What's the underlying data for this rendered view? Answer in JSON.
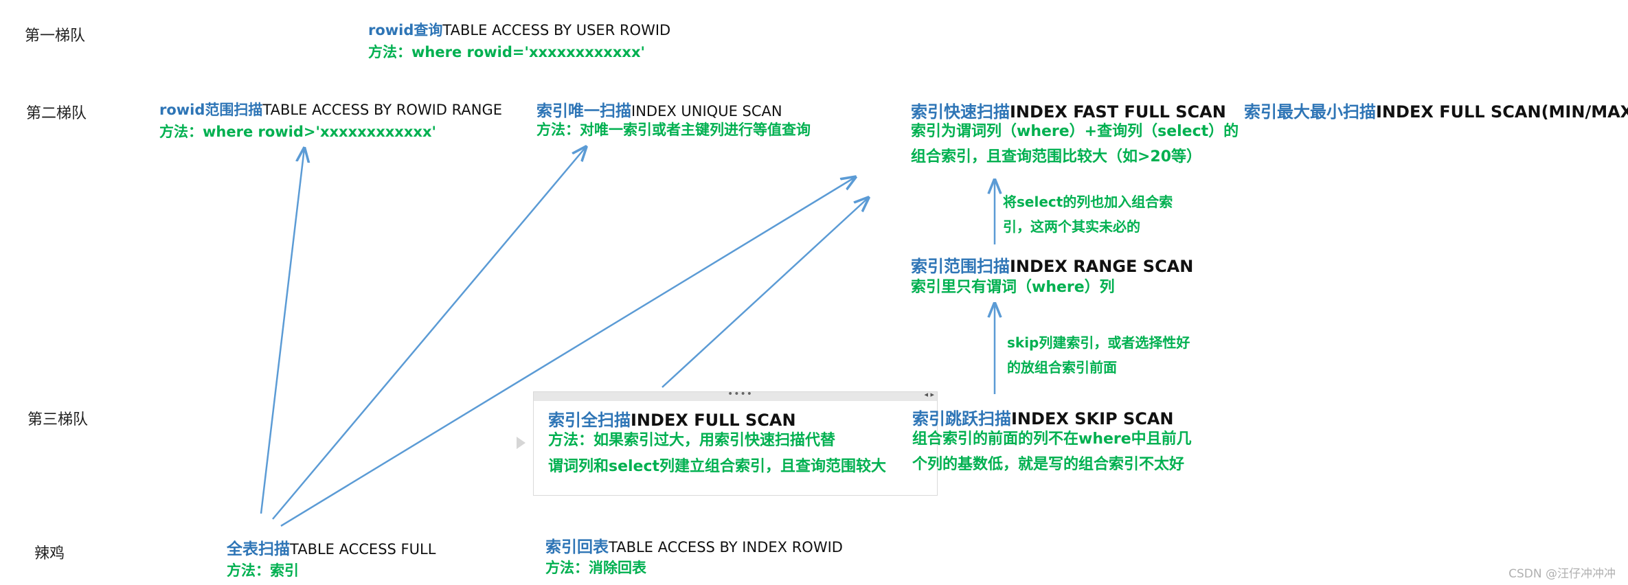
{
  "tiers": {
    "t1": "第一梯队",
    "t2": "第二梯队",
    "t3": "第三梯队",
    "t4": "辣鸡"
  },
  "nodes": {
    "rowid_query": {
      "cn": "rowid查询",
      "en": "TABLE ACCESS BY USER ROWID",
      "method": "方法：where rowid='xxxxxxxxxxxx'"
    },
    "rowid_range": {
      "cn": "rowid范围扫描",
      "en": "TABLE ACCESS BY ROWID RANGE",
      "method": "方法：where rowid>'xxxxxxxxxxxx'"
    },
    "index_unique": {
      "cn": "索引唯一扫描",
      "en": "INDEX UNIQUE SCAN",
      "method": "方法：对唯一索引或者主键列进行等值查询"
    },
    "index_fast_full": {
      "cn": "索引快速扫描",
      "en": "INDEX FAST FULL SCAN",
      "desc1": "索引为谓词列（where）+查询列（select）的",
      "desc2": "组合索引，且查询范围比较大（如>20等）"
    },
    "index_minmax": {
      "cn": "索引最大最小扫描",
      "en": "INDEX FULL SCAN(MIN/MAX)"
    },
    "index_range": {
      "cn": "索引范围扫描",
      "en": "INDEX RANGE SCAN",
      "desc": "索引里只有谓词（where）列"
    },
    "index_full": {
      "cn": "索引全扫描",
      "en": "INDEX FULL SCAN",
      "desc1": "方法：如果索引过大，用索引快速扫描代替",
      "desc2": "谓词列和select列建立组合索引，且查询范围较大"
    },
    "index_skip": {
      "cn": "索引跳跃扫描",
      "en": "INDEX SKIP SCAN",
      "desc1": "组合索引的前面的列不在where中且前几",
      "desc2": "个列的基数低，就是写的组合索引不太好"
    },
    "table_full": {
      "cn": "全表扫描",
      "en": "TABLE ACCESS FULL",
      "method": "方法：索引"
    },
    "index_rowid": {
      "cn": "索引回表",
      "en": "TABLE ACCESS BY INDEX ROWID",
      "method": "方法：消除回表"
    }
  },
  "notes": {
    "range_to_fast_1": "将select的列也加入组合索",
    "range_to_fast_2": "引，这两个其实未必的",
    "skip_to_range_1": "skip列建索引，或者选择性好",
    "skip_to_range_2": "的放组合索引前面"
  },
  "panel": {
    "grip": "••••",
    "nav": "◂ ▸"
  },
  "watermark": "CSDN @汪仔冲冲冲",
  "colors": {
    "title_blue": "#2e75b6",
    "method_green": "#00b050",
    "arrow": "#5b9bd5"
  }
}
